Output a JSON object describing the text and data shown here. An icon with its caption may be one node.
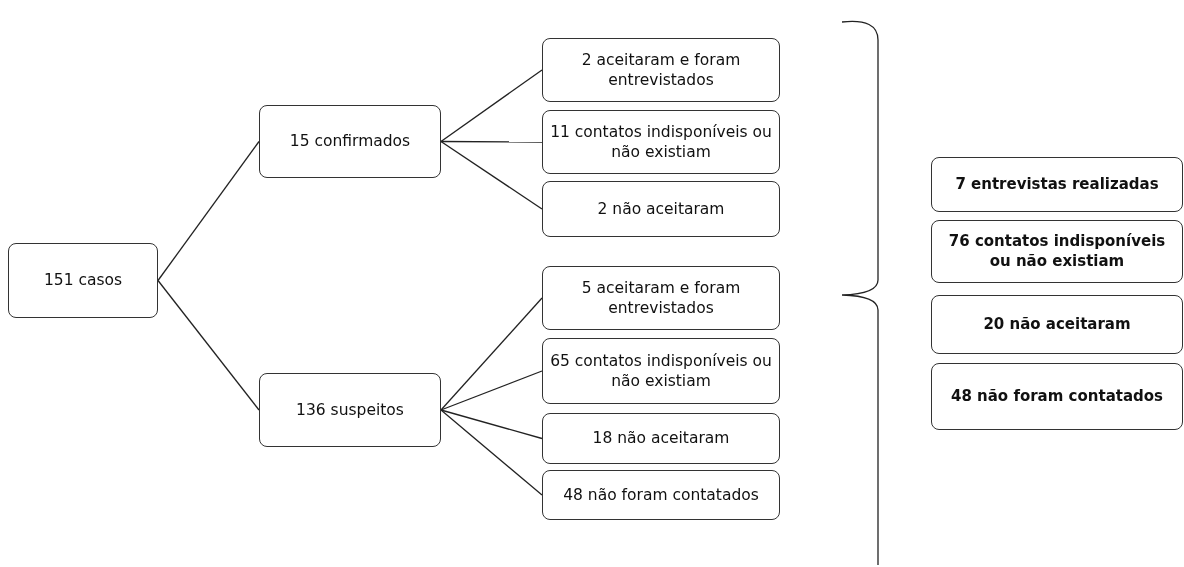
{
  "diagram": {
    "nodes": [
      {
        "text": [
          "151 casos"
        ]
      },
      {
        "text": [
          "15 confirmados"
        ]
      },
      {
        "text": [
          "2 aceitaram e foram entrevistados"
        ]
      },
      {
        "text": [
          "11 contatos indisponíveis ou não existiam"
        ]
      },
      {
        "text": [
          "2 não aceitaram"
        ]
      },
      {
        "text": [
          "136 suspeitos"
        ]
      },
      {
        "text": [
          "5 aceitaram e foram entrevistados"
        ]
      },
      {
        "text": [
          "65 contatos indisponíveis ou não existiam"
        ]
      },
      {
        "text": [
          "18 não aceitaram"
        ]
      },
      {
        "text": [
          "48 não foram contatados"
        ]
      },
      {
        "text": [
          "7 entrevistas realizadas"
        ]
      },
      {
        "text": [
          "76 contatos indisponíveis ou não existiam"
        ]
      },
      {
        "text": [
          "20 não aceitaram"
        ]
      },
      {
        "text": [
          "48 não foram contatados"
        ]
      }
    ],
    "edges": [
      {
        "from": 0,
        "to": 1,
        "arrow": "none"
      },
      {
        "from": 0,
        "to": 5,
        "arrow": "none"
      },
      {
        "from": 1,
        "to": 2,
        "arrow": "none"
      },
      {
        "from": 1,
        "to": 3,
        "arrow": "none"
      },
      {
        "from": 1,
        "to": 4,
        "arrow": "none"
      },
      {
        "from": 5,
        "to": 6,
        "arrow": "none"
      },
      {
        "from": 5,
        "to": 7,
        "arrow": "none"
      },
      {
        "from": 5,
        "to": 8,
        "arrow": "none"
      },
      {
        "from": 5,
        "to": 9,
        "arrow": "none"
      }
    ]
  }
}
